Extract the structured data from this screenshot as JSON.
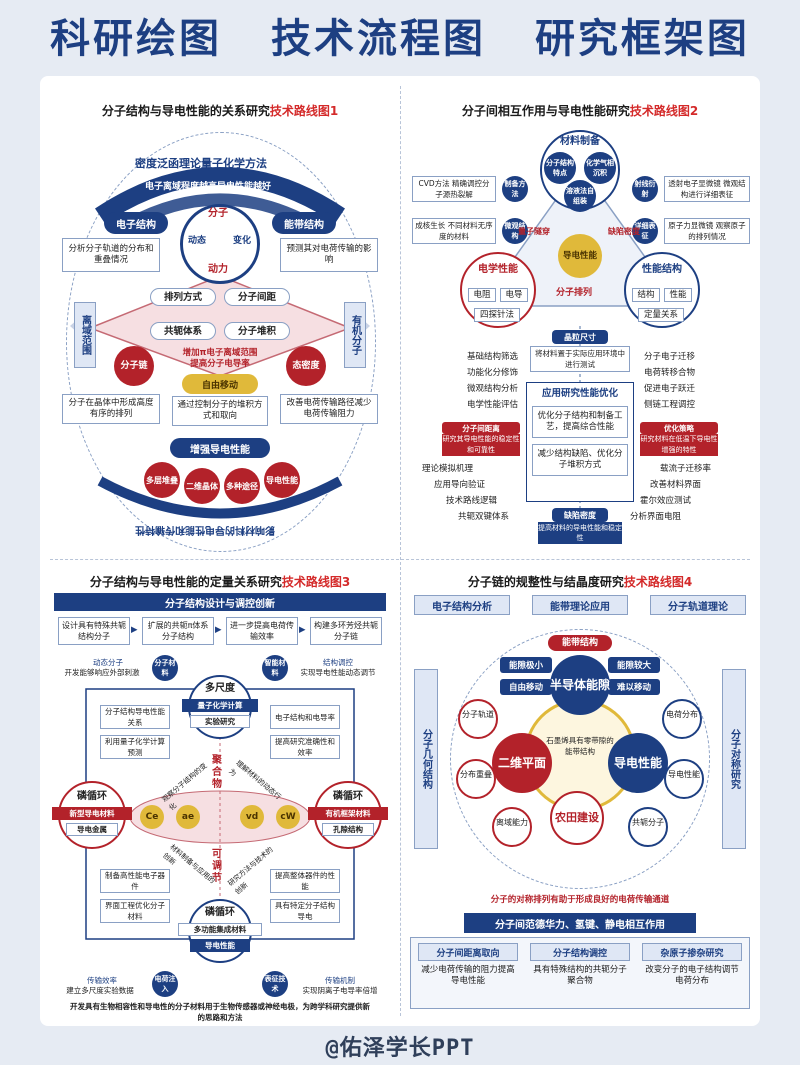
{
  "header": {
    "titles": [
      "科研绘图",
      "技术流程图",
      "研究框架图"
    ],
    "watermark": "@佑泽学长PPT"
  },
  "colors": {
    "navy": "#1d3f82",
    "red": "#b3222a",
    "gold": "#e0b93a",
    "highlight": "#d42a2a"
  },
  "p1": {
    "title": "分子结构与导电性能的关系研究",
    "title_hl": "技术路线图1",
    "arc_top": "密度泛函理论量子化学方法",
    "arc_inner": "电子离域程度越高导电性能越好",
    "left_pill": "电子结构",
    "right_pill": "能带结构",
    "left_desc": "分析分子轨道的分布和重叠情况",
    "right_desc": "预测其对电荷传输的影响",
    "cycle": [
      "分子",
      "动态",
      "变化",
      "动力"
    ],
    "grid": [
      "排列方式",
      "分子间距",
      "共轭体系",
      "分子堆积"
    ],
    "left_side": "离域范围",
    "right_side": "有机分子",
    "left_node": "分子链",
    "right_node": "态密度",
    "center_red": [
      "增加π电子离域范围",
      "提高分子电导率"
    ],
    "move": "自由移动",
    "move_desc": "通过控制分子的堆积方式和取向",
    "left_low": "分子在晶体中形成高度有序的排列",
    "right_low": "改善电荷传输路径减少电荷传输阻力",
    "enhance": "增强导电性能",
    "balls": [
      "多层堆叠",
      "二维晶体",
      "多种途径",
      "导电性能"
    ],
    "arc_bottom": "影响材料的导电性能和传输特性"
  },
  "p2": {
    "title": "分子间相互作用与导电性能研究",
    "title_hl": "技术路线图2",
    "prep": "材料制备",
    "prep_items": [
      "分子结构特点",
      "化学气相沉积",
      "溶液法自组装"
    ],
    "left_boxes": [
      "CVD方法 精确调控分子源热裂解",
      "成核生长 不同材料无序度的材料"
    ],
    "left_tags": [
      "制备方法",
      "微观结构"
    ],
    "right_tags": [
      "射线衍射",
      "详细表征"
    ],
    "right_boxes": [
      "透射电子显微镜 微观结构进行详细表征",
      "原子力显微镜 观察原子的排列情况"
    ],
    "elec": "电学性能",
    "elec_items": [
      "电阻",
      "电导",
      "四探针法"
    ],
    "perf": "性能结构",
    "perf_items": [
      "结构",
      "性能",
      "定量关系"
    ],
    "center": "导电性能",
    "band_l": "量子隧穿",
    "band_r": "缺陷密度",
    "arrange": "分子排列",
    "crystal": "晶粒尺寸",
    "crystal_desc": "将材料置于实际应用环境中进行测试",
    "opt": "应用研究性能优化",
    "opt_desc1": "优化分子结构和制备工艺，提高综合性能",
    "opt_desc2": "减少结构缺陷、优化分子堆积方式",
    "lmid": "分子间距离",
    "lmid_desc": "研究其导电性能的稳定性和可靠性",
    "rmid": "优化策略",
    "rmid_desc": "研究材料在低温下导电性增强的特性",
    "defect": "缺陷密度",
    "defect_desc": "提高材料的导电性能和稳定性",
    "left_list": [
      "基础结构筛选",
      "功能化分修饰",
      "微观结构分析",
      "电学性能评估"
    ],
    "right_list": [
      "分子电子迁移",
      "电荷转移合物",
      "促进电子跃迁",
      "侧链工程调控"
    ],
    "left_list2": [
      "理论模拟机理",
      "应用导向验证",
      "技术路线逻辑",
      "共轭双键体系"
    ],
    "right_list2": [
      "载流子迁移率",
      "改善材料界面",
      "霍尔效应测试",
      "分析界面电阻"
    ]
  },
  "p3": {
    "title": "分子结构与导电性能的定量关系研究",
    "title_hl": "技术路线图3",
    "banner": "分子结构设计与调控创新",
    "flow": [
      "设计具有特殊共轭结构分子",
      "扩展的共轭π体系分子结构",
      "进一步提高电荷传输效率",
      "构建多环芳烃共轭分子链"
    ],
    "tl": [
      "动态分子",
      "开发能够响应外部刺激"
    ],
    "tl_badge": "分子材料",
    "tr_badge": "智能材料",
    "tr": [
      "结构调控",
      "实现导电性能动态调节"
    ],
    "top_circle": "多尺度",
    "top_tags": [
      "量子化学计算",
      "实验研究"
    ],
    "left_circle": "磷循环",
    "left_tags": [
      "新型导电材料",
      "导电金属"
    ],
    "right_circle": "磷循环",
    "right_tags": [
      "有机框架材料",
      "孔隙结构"
    ],
    "bottom_circle": "磷循环",
    "bottom_tags": [
      "多功能集成材料",
      "导电性能"
    ],
    "lboxes": [
      "分子结构导电性能关系",
      "利用量子化学计算预测",
      "制备高性能电子器件",
      "界面工程优化分子材料"
    ],
    "rboxes": [
      "电子结构和电导率",
      "提高研究准确性和效率",
      "提高整体器件的性能",
      "具有特定分子结构导电"
    ],
    "center_top": "聚合物",
    "center_bottom": "可调节",
    "center_ring": [
      "Ce",
      "ae",
      "vd",
      "cW"
    ],
    "diag": [
      "观察分子结构的变化",
      "理解材料的动态行为",
      "材料制备与应用的创新",
      "研究方法与技术的创新"
    ],
    "bl_badge": "电荷注入",
    "bl": [
      "传输效率",
      "建立多尺度实验数据"
    ],
    "br_badge": "表征技术",
    "br": [
      "传输机制",
      "实现阴离子电导率倍增"
    ],
    "footer": "开发具有生物相容性和导电性的分子材料用于生物传感器或神经电极，为跨学科研究提供新的思路和方法"
  },
  "p4": {
    "title": "分子链的规整性与结晶度研究",
    "title_hl": "技术路线图4",
    "top": [
      "电子结构分析",
      "能带理论应用",
      "分子轨道理论"
    ],
    "left_side": "分子几何结构",
    "right_side": "分子对称研究",
    "band": "能带结构",
    "band_l": [
      "能隙极小",
      "自由移动"
    ],
    "band_r": [
      "能隙较大",
      "难以移动"
    ],
    "center": "半导体能隙",
    "center_sub": "石墨烯具有零带隙的能带结构",
    "left_big": "二维平面",
    "right_big": "导电性能",
    "bottom_big": "农田建设",
    "orbit_l": [
      "分子轨道",
      "分布重叠",
      "离域能力"
    ],
    "orbit_r": [
      "电荷分布",
      "导电性能",
      "共轭分子"
    ],
    "caption": "分子的对称排列有助于形成良好的电荷传输通道",
    "interact": "分子间范德华力、氢键、静电相互作用",
    "cols": [
      {
        "head": "分子间距离取向",
        "body": "减少电荷传输的阻力提高导电性能"
      },
      {
        "head": "分子结构调控",
        "body": "具有特殊结构的共轭分子聚合物"
      },
      {
        "head": "杂原子掺杂研究",
        "body": "改变分子的电子结构调节电荷分布"
      }
    ]
  }
}
